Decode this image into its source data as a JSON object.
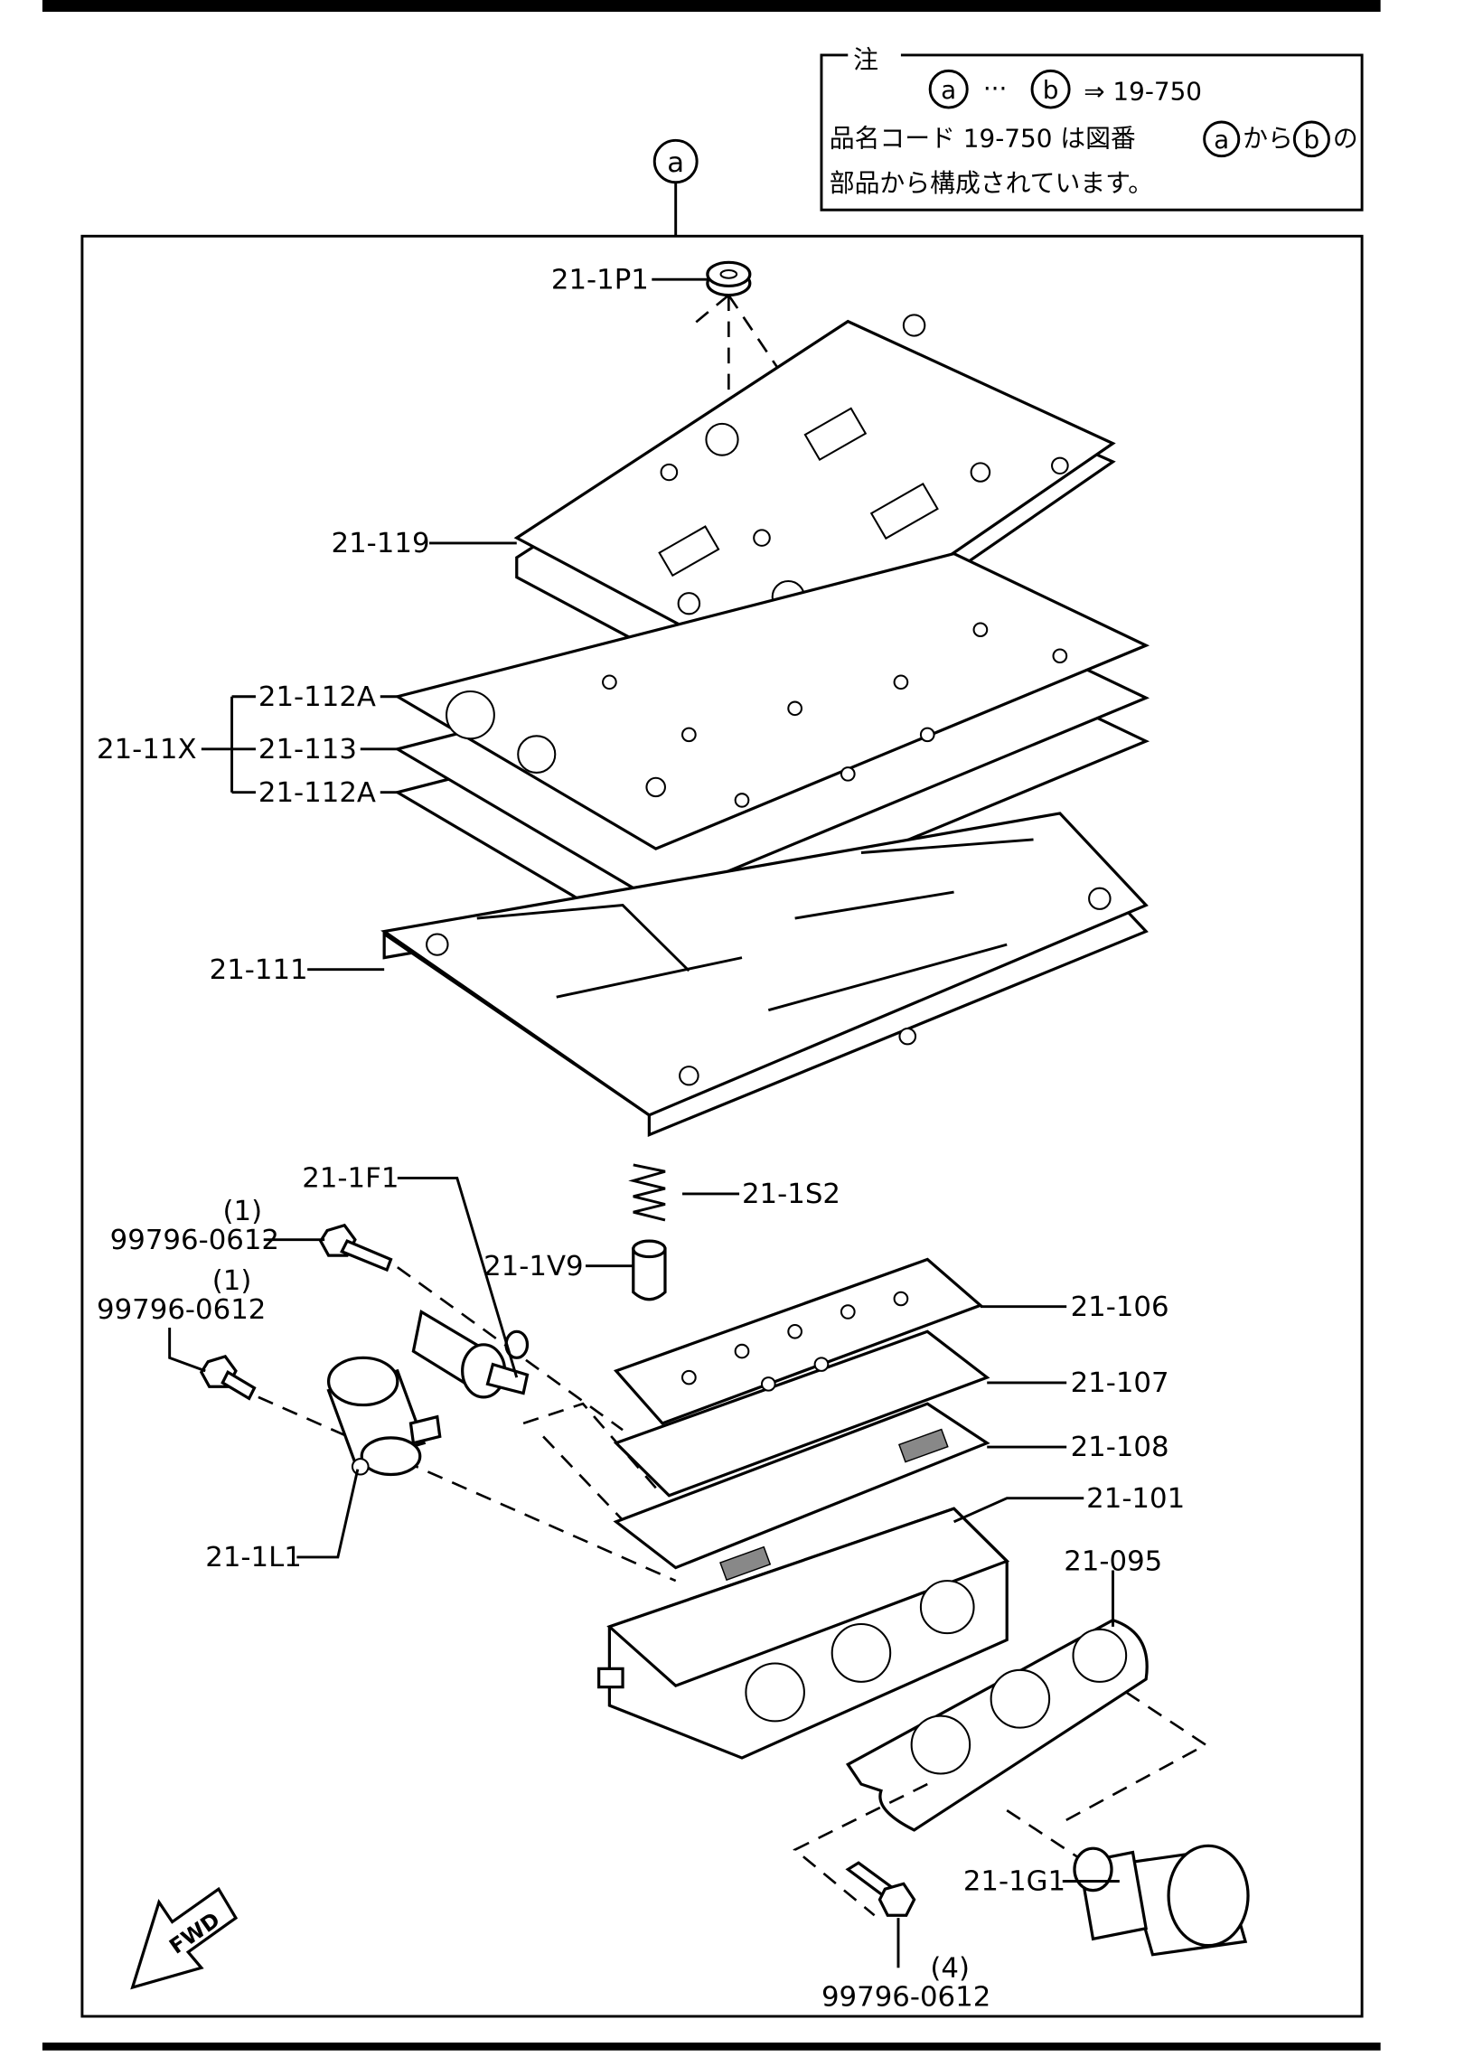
{
  "note": {
    "title": "注",
    "ref_a": "a",
    "ref_b": "b",
    "dots": "···",
    "result": "⇒ 19-750",
    "line2_text": "品名コード 19-750 は図番",
    "line2_from": "から",
    "line2_of": "の",
    "line3": "部品から構成されています。"
  },
  "group_marker": "a",
  "labels": {
    "p_21_1p1": "21-1P1",
    "p_21_119": "21-119",
    "p_21_112a_top": "21-112A",
    "p_21_11x": "21-11X",
    "p_21_113": "21-113",
    "p_21_112a_bottom": "21-112A",
    "p_21_111": "21-111",
    "p_21_1f1": "21-1F1",
    "p_21_1s2": "21-1S2",
    "p_21_1v9": "21-1V9",
    "bolt1_qty": "(1)",
    "bolt1_part": "99796-0612",
    "bolt2_qty": "(1)",
    "bolt2_part": "99796-0612",
    "p_21_106": "21-106",
    "p_21_107": "21-107",
    "p_21_108": "21-108",
    "p_21_101": "21-101",
    "p_21_1l1": "21-1L1",
    "p_21_095": "21-095",
    "p_21_1g1": "21-1G1",
    "bolt3_qty": "(4)",
    "bolt3_part": "99796-0612"
  },
  "fwd_label": "FWD"
}
